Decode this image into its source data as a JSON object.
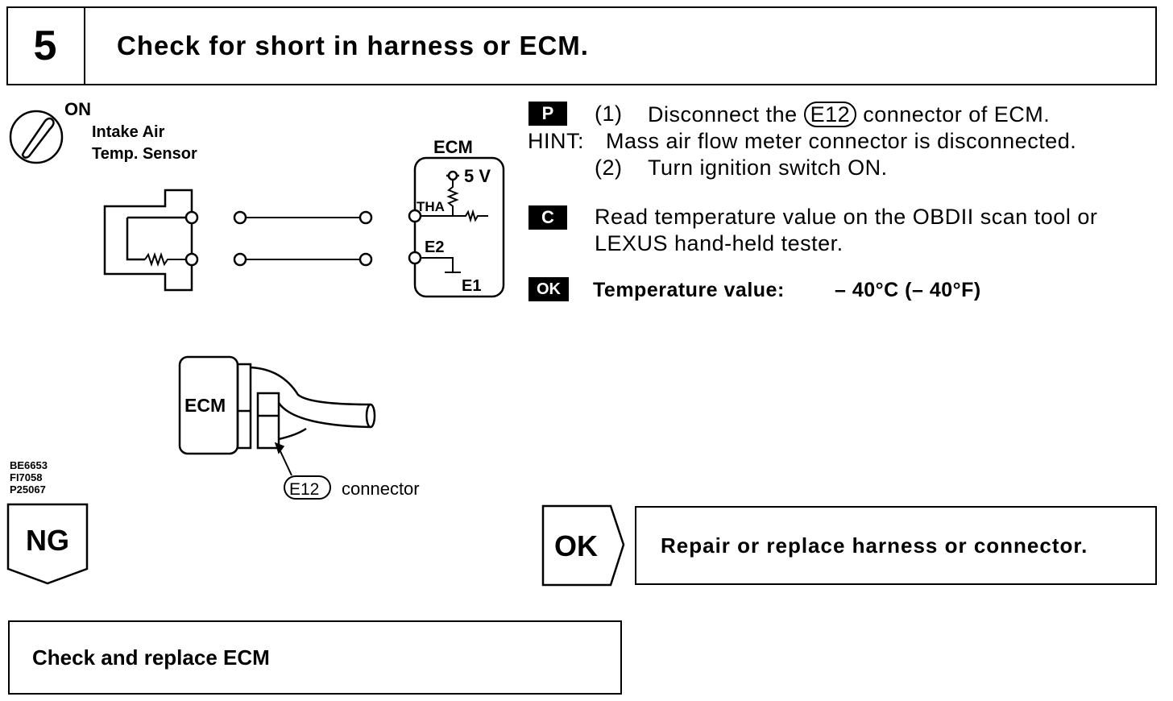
{
  "step": {
    "number": "5",
    "title": "Check for short in harness or ECM."
  },
  "diagram": {
    "ignition_label": "ON",
    "sensor_label_1": "Intake Air",
    "sensor_label_2": "Temp. Sensor",
    "ecm_label": "ECM",
    "voltage_label": "5 V",
    "tha_label": "THA",
    "e2_label": "E2",
    "e1_label": "E1",
    "ecm_unit_label": "ECM",
    "connector_code": "E12",
    "connector_word": "connector",
    "figure_codes": [
      "BE6653",
      "FI7058",
      "P25067"
    ]
  },
  "instructions": {
    "prepare_tag": "P",
    "item1_num": "(1)",
    "item1_pre": "Disconnect the",
    "item1_code": "E12",
    "item1_post": "connector of ECM.",
    "hint_label": "HINT:",
    "hint_text": "Mass air flow meter connector is disconnected.",
    "item2_num": "(2)",
    "item2_text": "Turn ignition switch ON.",
    "check_tag": "C",
    "check_line1": "Read temperature value on the OBDII scan tool or",
    "check_line2": "LEXUS hand-held tester.",
    "ok_tag": "OK",
    "ok_label": "Temperature value:",
    "ok_value": "– 40°C (– 40°F)"
  },
  "results": {
    "ng_label": "NG",
    "ok_label": "OK",
    "ok_action": "Repair or replace harness or connector.",
    "ng_action": "Check and replace ECM"
  }
}
